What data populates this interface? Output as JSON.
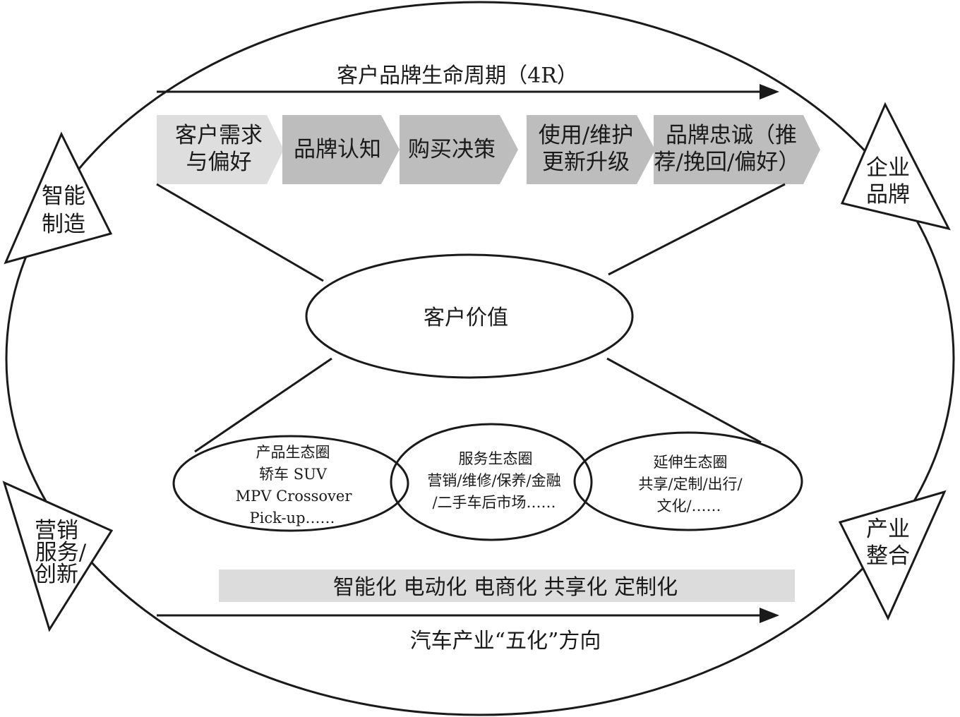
{
  "top_arrow_label": "客户品牌生命周期（4R）",
  "stages": [
    {
      "line1": "客户需求",
      "line2": "与偏好",
      "color": "#dedede"
    },
    {
      "line1": "品牌认知",
      "line2": "",
      "color": "#bdbdbd"
    },
    {
      "line1": "购买决策",
      "line2": "",
      "color": "#bdbdbd"
    },
    {
      "line1": "使用/维护",
      "line2": "更新升级",
      "color": "#bdbdbd"
    },
    {
      "line1": "品牌忠诚（推",
      "line2": "荐/挽回/偏好）",
      "color": "#bdbdbd"
    }
  ],
  "center_label": "客户价值",
  "ecosystems": [
    {
      "lines": [
        "产品生态圈",
        "轿车 SUV",
        "MPV Crossover",
        "Pick-up……"
      ]
    },
    {
      "lines": [
        "服务生态圈",
        "营销/维修/保养/金融",
        "/二手车后市场……"
      ]
    },
    {
      "lines": [
        "延伸生态圈",
        "共享/定制/出行/",
        "文化/……"
      ]
    }
  ],
  "triangles": {
    "top_left": {
      "line1": "智能",
      "line2": "制造",
      "line3": ""
    },
    "top_right": {
      "line1": "企业",
      "line2": "品牌",
      "line3": ""
    },
    "bottom_left": {
      "line1": "营销",
      "line2": "服务/",
      "line3": "创新"
    },
    "bottom_right": {
      "line1": "产业",
      "line2": "整合",
      "line3": ""
    }
  },
  "trend_bar": {
    "label": "智能化 电动化 电商化 共享化 定制化",
    "color": "#dcdcdc"
  },
  "bottom_arrow_label": "汽车产业“五化”方向"
}
